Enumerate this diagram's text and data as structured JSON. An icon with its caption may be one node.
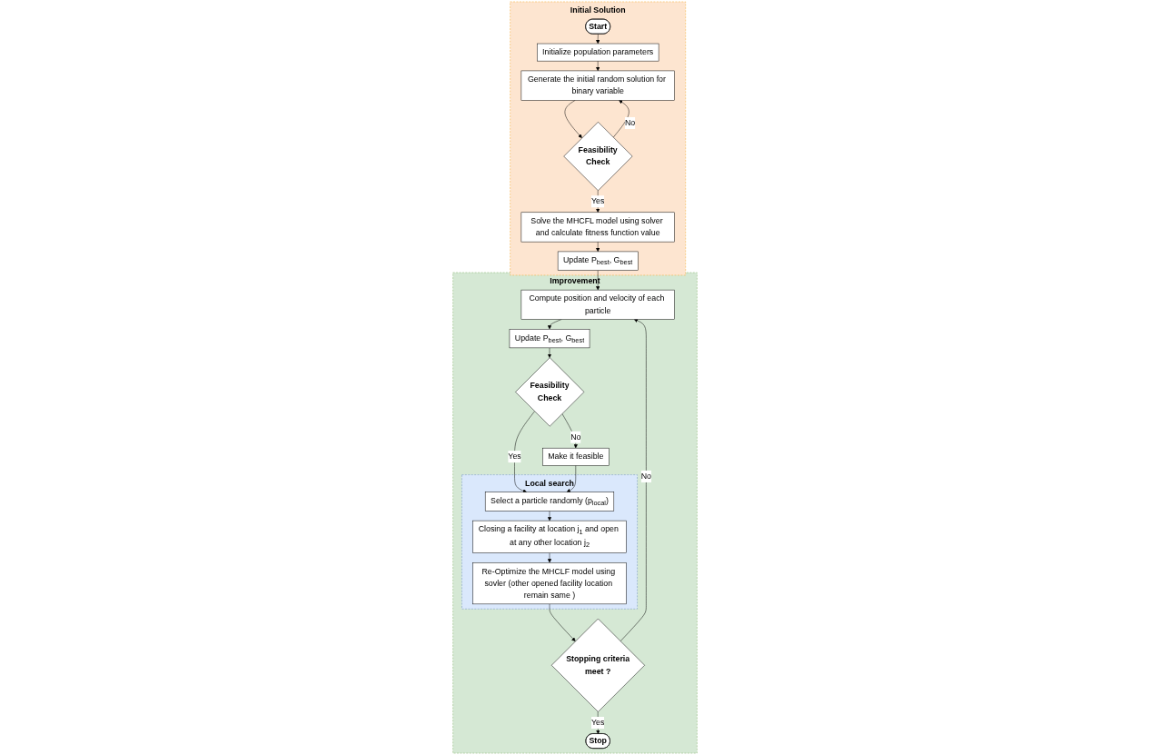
{
  "diagram": {
    "nodes": [
      {
        "text": [
          "Initial Solution"
        ]
      },
      {
        "text": [
          "Start"
        ],
        "in": 0
      },
      {
        "text": [
          "Initialize population parameters"
        ],
        "in": 0
      },
      {
        "text": [
          "Generate the initial random solution for binary variable"
        ],
        "in": 0
      },
      {
        "text": [
          "Feasibility Check"
        ],
        "in": 0
      },
      {
        "text": [
          "Solve the MHCFL model using solver and calculate fitness function value"
        ],
        "in": 0
      },
      {
        "text": [
          "Update P$_{best}$, G$_{best}$"
        ],
        "in": 0
      },
      {
        "text": [
          "Improvement"
        ]
      },
      {
        "text": [
          "Compute position and velocity of each particle"
        ],
        "in": 7
      },
      {
        "text": [
          "Update P$_{best}$, G$_{best}$"
        ],
        "in": 7
      },
      {
        "text": [
          "Feasibility Check"
        ],
        "in": 7
      },
      {
        "text": [
          "Make it feasible"
        ],
        "in": 7
      },
      {
        "text": [
          "Local search"
        ],
        "in": 7
      },
      {
        "text": [
          "Select a particle randomly (p$_{local}$)"
        ],
        "in": 12
      },
      {
        "text": [
          "Closing a facility at location j$_{1}$ and open at any other location j$_{2}$"
        ],
        "in": 12
      },
      {
        "text": [
          "Re-Optimize the MHCLF model using sovler (other opened facility location remain same )"
        ],
        "in": 12
      },
      {
        "text": [
          "Stopping criteria meet ?"
        ],
        "in": 7
      },
      {
        "text": [
          "Stop"
        ],
        "in": 7
      }
    ],
    "edges": [
      {
        "from": 1,
        "to": 2,
        "arrow": "to"
      },
      {
        "from": 2,
        "to": 3,
        "arrow": "to"
      },
      {
        "from": 3,
        "to": 4,
        "arrow": "to"
      },
      {
        "from": 4,
        "to": 5,
        "label": "Yes",
        "arrow": "to"
      },
      {
        "from": 4,
        "to": 3,
        "label": "No",
        "arrow": "to"
      },
      {
        "from": 5,
        "to": 6,
        "arrow": "to"
      },
      {
        "from": 6,
        "to": 8,
        "arrow": "to"
      },
      {
        "from": 8,
        "to": 9,
        "arrow": "to"
      },
      {
        "from": 9,
        "to": 10,
        "arrow": "to"
      },
      {
        "from": 10,
        "to": 11,
        "label": "No",
        "arrow": "to"
      },
      {
        "from": 10,
        "to": 13,
        "label": "Yes",
        "arrow": "to"
      },
      {
        "from": 11,
        "to": 13,
        "arrow": "to"
      },
      {
        "from": 13,
        "to": 14,
        "arrow": "to"
      },
      {
        "from": 14,
        "to": 15,
        "arrow": "to"
      },
      {
        "from": 15,
        "to": 16,
        "arrow": "to"
      },
      {
        "from": 16,
        "to": 17,
        "label": "Yes",
        "arrow": "to"
      },
      {
        "from": 16,
        "to": 8,
        "label": "No",
        "arrow": "to"
      }
    ]
  }
}
